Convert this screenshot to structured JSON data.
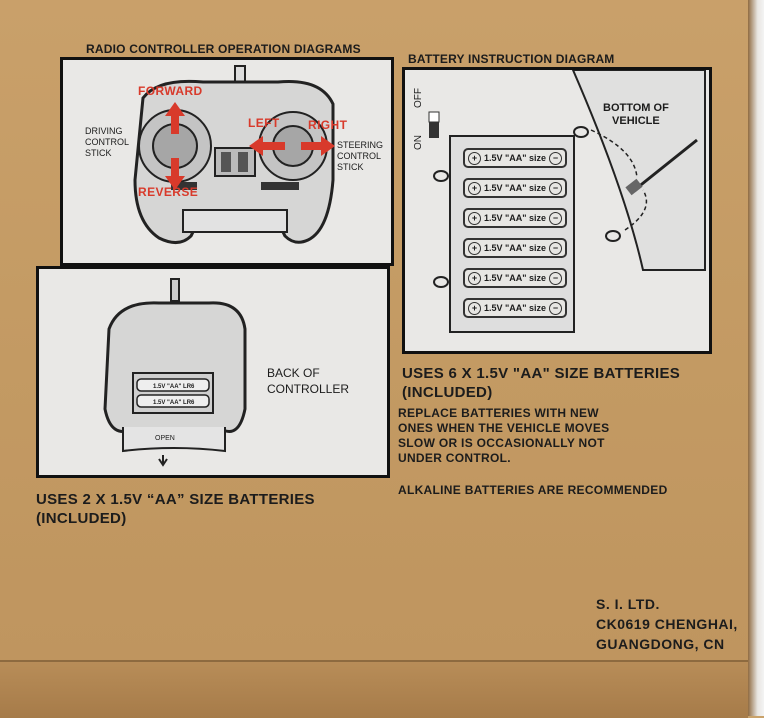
{
  "headers": {
    "controller_diagrams": "RADIO CONTROLLER OPERATION DIAGRAMS",
    "battery_diagram": "BATTERY INSTRUCTION DIAGRAM"
  },
  "controller": {
    "forward": "FORWARD",
    "reverse": "REVERSE",
    "left": "LEFT",
    "right": "RIGHT",
    "driving_stick": [
      "DRIVING",
      "CONTROL",
      "STICK"
    ],
    "steering_stick": [
      "STEERING",
      "CONTROL",
      "STICK"
    ]
  },
  "back_of_controller": {
    "label": [
      "BACK OF",
      "CONTROLLER"
    ],
    "open": "OPEN",
    "small_battery": "1.5V \"AA\" LR6"
  },
  "controller_batteries": {
    "line1": "USES 2 X 1.5V “AA” SIZE BATTERIES",
    "line2": "(INCLUDED)"
  },
  "vehicle_batteries": {
    "switch_on": "ON",
    "switch_off": "OFF",
    "bottom_label": [
      "BOTTOM OF",
      "VEHICLE"
    ],
    "battery_label": "1.5V \"AA\" size",
    "line1": "USES 6 X 1.5V \"AA\" SIZE BATTERIES",
    "line2": "(INCLUDED)",
    "replace": [
      "REPLACE BATTERIES WITH NEW",
      "ONES WHEN THE VEHICLE MOVES",
      "SLOW OR IS OCCASIONALLY NOT",
      "UNDER CONTROL."
    ],
    "alkaline": "ALKALINE BATTERIES ARE RECOMMENDED"
  },
  "manufacturer": {
    "line1": "S. I. LTD.",
    "line2": "CK0619 CHENGHAI,",
    "line3": "GUANGDONG, CN"
  }
}
